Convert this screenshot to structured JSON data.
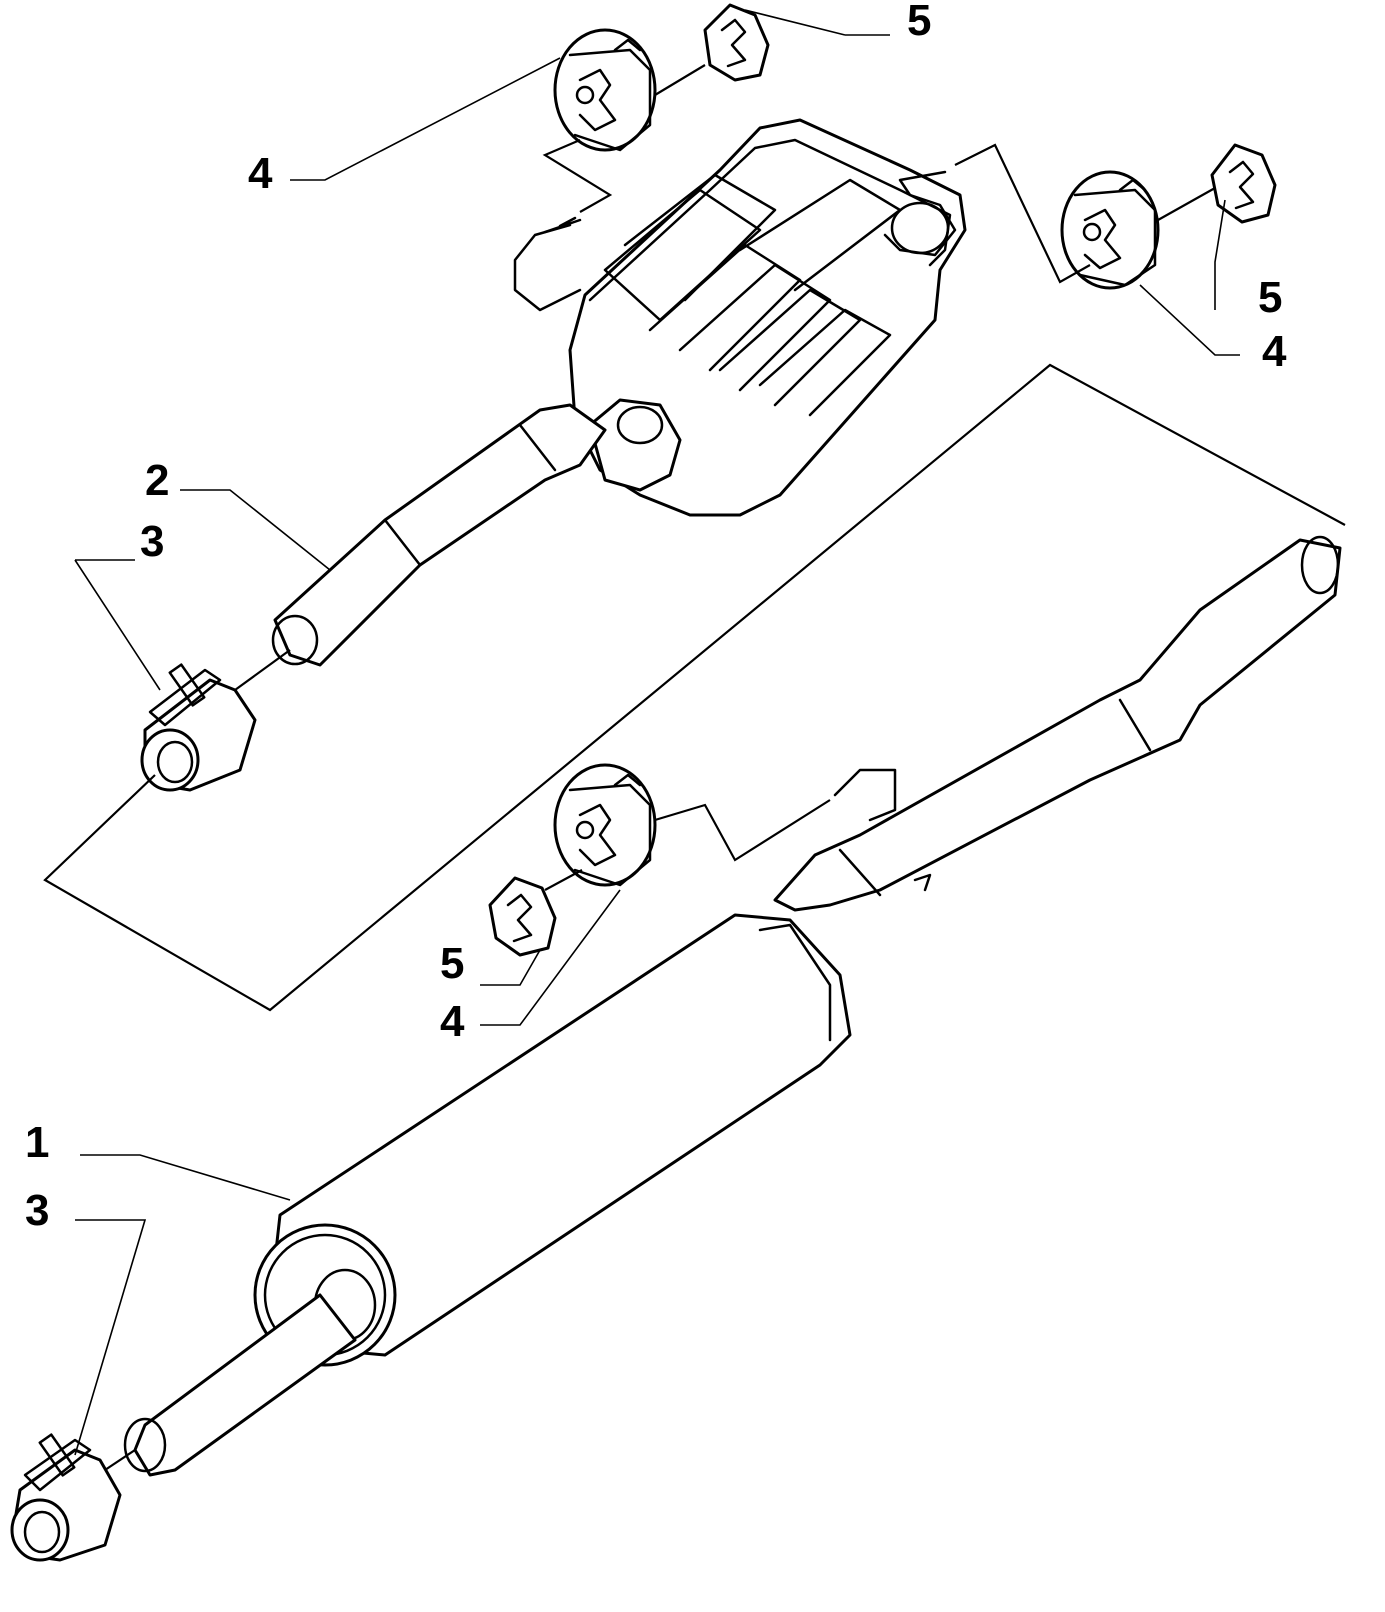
{
  "colors": {
    "line": "#000000",
    "background": "#ffffff"
  },
  "callouts": {
    "c1": "1",
    "c2": "2",
    "c3_upper": "3",
    "c3_lower": "3",
    "c4_top": "4",
    "c4_right": "4",
    "c4_middle": "4",
    "c5_top": "5",
    "c5_right": "5",
    "c5_middle": "5"
  }
}
